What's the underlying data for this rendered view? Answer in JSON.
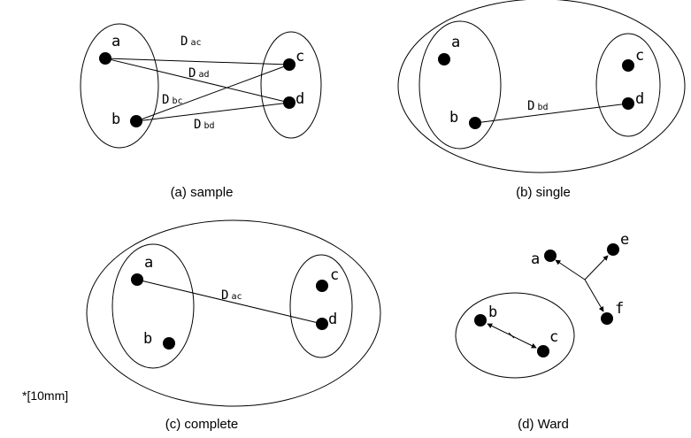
{
  "panels": {
    "sample": {
      "caption": "(a) sample",
      "nodes": {
        "a": "a",
        "b": "b",
        "c": "c",
        "d": "d"
      },
      "distances": [
        {
          "main": "D",
          "sub": "ac"
        },
        {
          "main": "D",
          "sub": "ad"
        },
        {
          "main": "D",
          "sub": "bc"
        },
        {
          "main": "D",
          "sub": "bd"
        }
      ]
    },
    "single": {
      "caption": "(b) single",
      "nodes": {
        "a": "a",
        "b": "b",
        "c": "c",
        "d": "d"
      },
      "distance": {
        "main": "D",
        "sub": "bd"
      }
    },
    "complete": {
      "caption": "(c) complete",
      "nodes": {
        "a": "a",
        "b": "b",
        "c": "c",
        "d": "d"
      },
      "distance": {
        "main": "D",
        "sub": "ac"
      }
    },
    "ward": {
      "caption": "(d) Ward",
      "nodes": {
        "a": "a",
        "b": "b",
        "c": "c",
        "e": "e",
        "f": "f"
      }
    }
  },
  "note": "*[10mm]"
}
